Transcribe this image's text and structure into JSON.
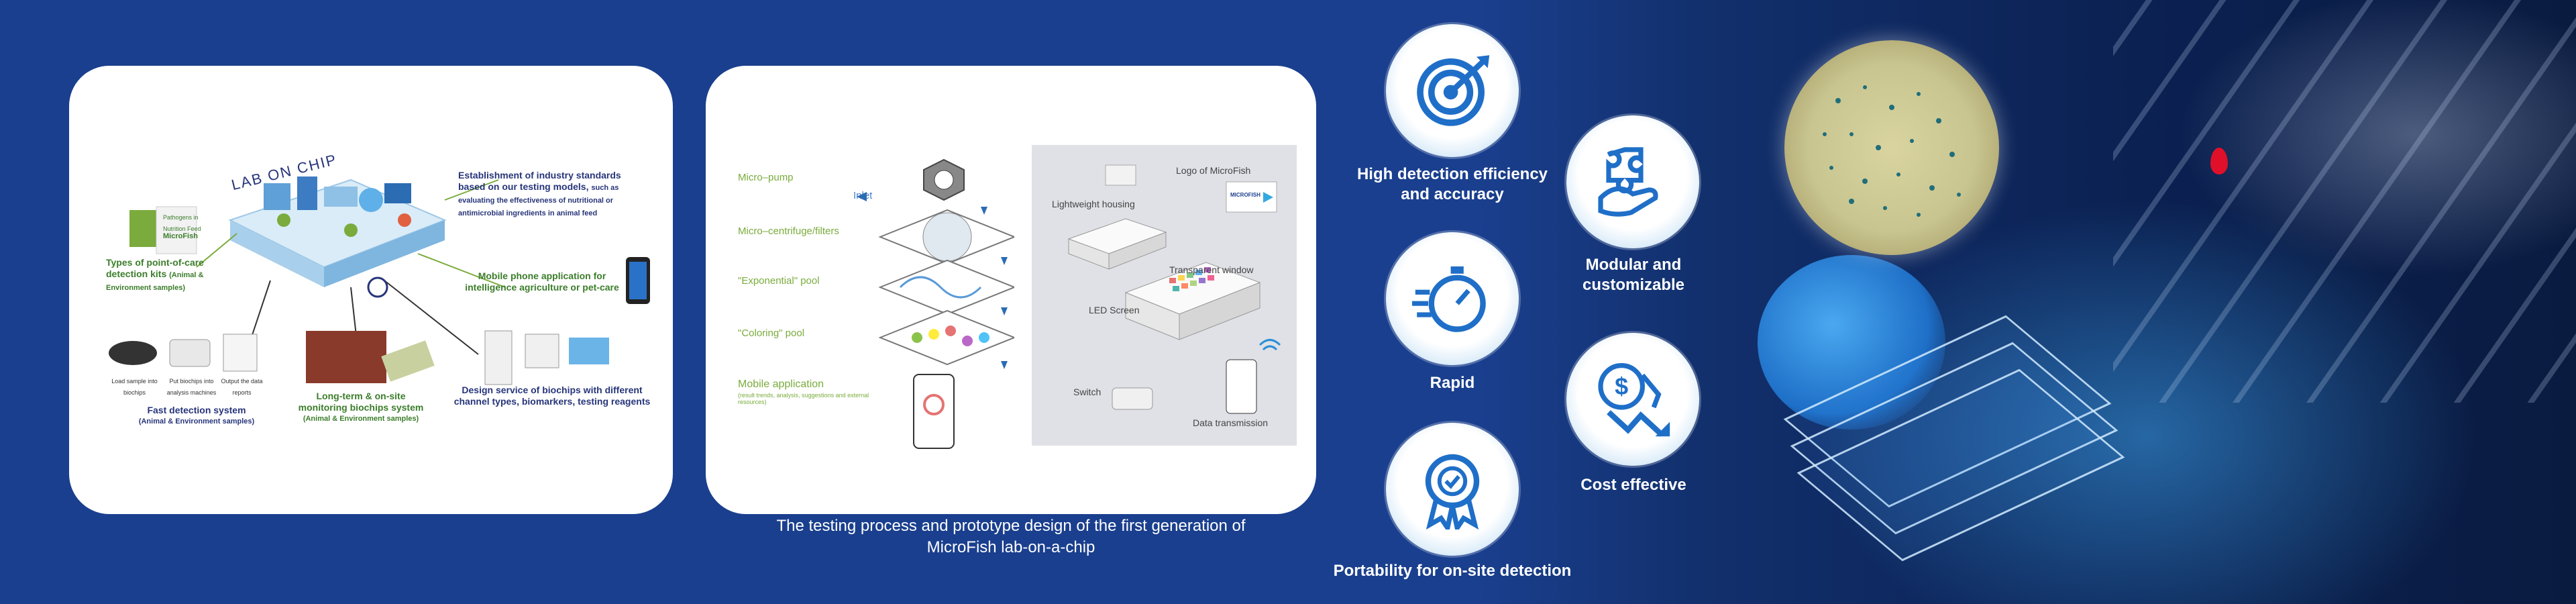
{
  "left_panel": {
    "title": "LAB ON CHIP",
    "microfish_small": "MicroFish",
    "pathogens_label": "Pathogens in\nNutrition Feed",
    "types_kits_title": "Types of point-of-care detection kits",
    "types_kits_sub": "(Animal & Environment samples)",
    "industry_title": "Establishment of industry standards based on our testing models,",
    "industry_sub": "such as evaluating the effectiveness of nutritional or antimicrobial ingredients in animal feed",
    "mobile_app": "Mobile phone application for intelligence agriculture or pet-care",
    "lab_chip_label": "Load sample into biochips",
    "put_biochip_label": "Put biochips into analysis machines",
    "output_label": "Output the data reports",
    "fast_title": "Fast detection system",
    "fast_sub": "(Animal & Environment samples)",
    "long_title": "Long-term & on-site monitoring biochips system",
    "long_sub": "(Animal & Environment samples)",
    "design_title": "Design service of biochips with different channel types, biomarkers, testing reagents"
  },
  "mid_panel": {
    "micro_pump": "Micro–pump",
    "inlet": "Inlet",
    "centrifuge": "Micro–centrifuge/filters",
    "exponential": "\"Exponential\" pool",
    "coloring": "\"Coloring\" pool",
    "mobile_app": "Mobile application",
    "mobile_app_sub": "(result trends, analysis, suggestions and external resources)",
    "logo_label": "Logo of MicroFish",
    "microfish_logo": "MICROFISH",
    "lightweight": "Lightweight housing",
    "transparent": "Transparent window",
    "led": "LED Screen",
    "switch": "Switch",
    "data_tx": "Data transmission"
  },
  "caption": {
    "line1": "The testing process and prototype design of the first generation of",
    "line2": "MicroFish lab-on-a-chip"
  },
  "features": [
    {
      "label_1": "High detection efficiency",
      "label_2": "and accuracy",
      "icon": "target-icon"
    },
    {
      "label_1": "Modular and",
      "label_2": "customizable",
      "icon": "puzzle-hand-icon"
    },
    {
      "label_1": "Rapid",
      "label_2": "",
      "icon": "stopwatch-icon"
    },
    {
      "label_1": "Cost effective",
      "label_2": "",
      "icon": "dollar-down-icon"
    },
    {
      "label_1": "Portability for on-site detection",
      "label_2": "",
      "icon": "award-ribbon-icon"
    }
  ],
  "colors": {
    "background": "#1a3f8e",
    "panel": "#ffffff",
    "accent_green": "#3b7d2a",
    "navy_text": "#27357a",
    "icon_blue": "#1f6fc8"
  }
}
